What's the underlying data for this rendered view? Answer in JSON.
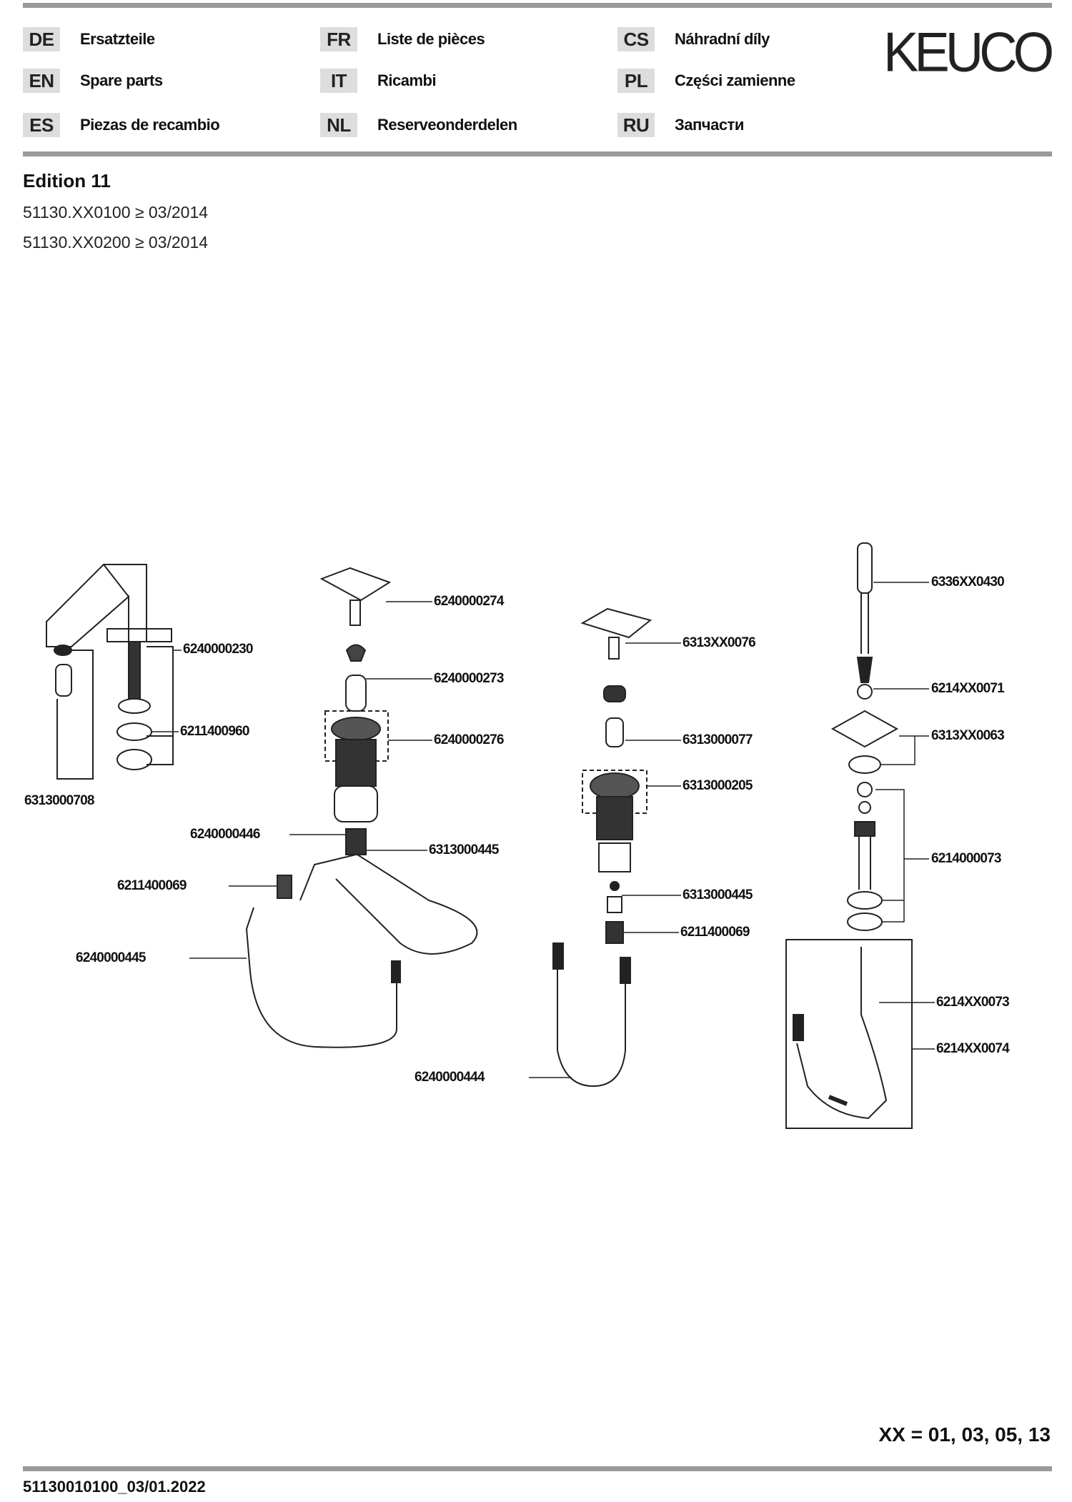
{
  "header": {
    "brand": "KEUCO",
    "languages": [
      {
        "code": "DE",
        "label": "Ersatzteile"
      },
      {
        "code": "EN",
        "label": "Spare parts"
      },
      {
        "code": "ES",
        "label": "Piezas de recambio"
      },
      {
        "code": "FR",
        "label": "Liste de pièces"
      },
      {
        "code": "IT",
        "label": "Ricambi"
      },
      {
        "code": "NL",
        "label": "Reserveonderdelen"
      },
      {
        "code": "CS",
        "label": "Náhradní díly"
      },
      {
        "code": "PL",
        "label": "Części zamienne"
      },
      {
        "code": "RU",
        "label": "Запчасти"
      }
    ]
  },
  "product": {
    "title": "Edition 11",
    "variants": [
      "51130.XX0100 ≥ 03/2014",
      "51130.XX0200 ≥ 03/2014"
    ]
  },
  "parts": [
    "6240000230",
    "6211400960",
    "6313000708",
    "6240000274",
    "6240000273",
    "6240000276",
    "6240000446",
    "6313000445",
    "6211400069",
    "6240000445",
    "6240000444",
    "6313XX0076",
    "6313000077",
    "6313000205",
    "6313000445",
    "6211400069",
    "6336XX0430",
    "6214XX0071",
    "6313XX0063",
    "6214000073",
    "6214XX0073",
    "6214XX0074"
  ],
  "footer": {
    "finishes": "XX = 01, 03, 05, 13",
    "document_code": "51130010100_03/01.2022"
  }
}
